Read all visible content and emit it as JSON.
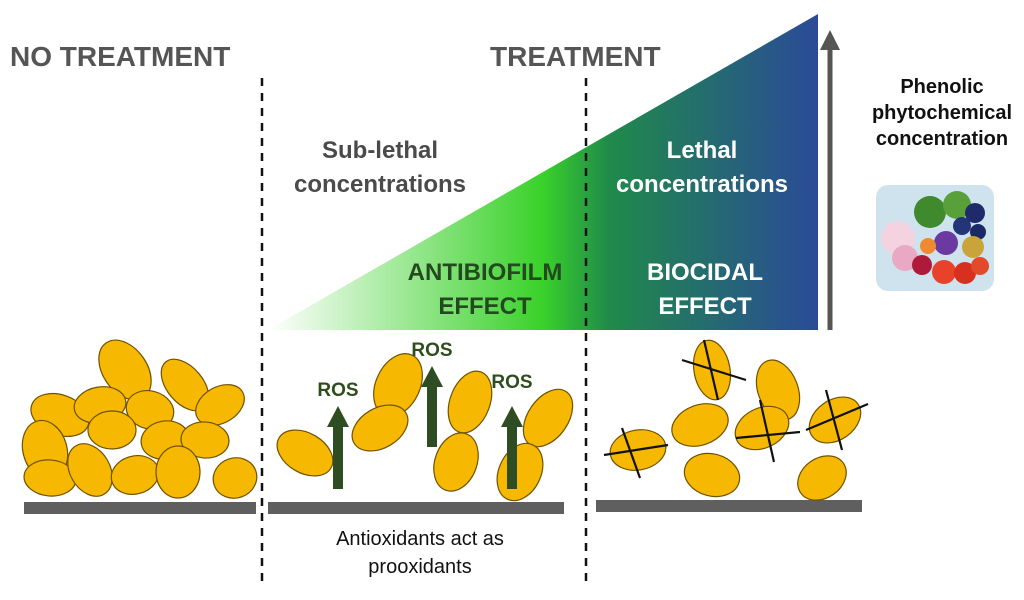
{
  "headings": {
    "no_treatment": "NO TREATMENT",
    "treatment": "TREATMENT"
  },
  "wedge": {
    "sub_lethal": [
      "Sub-lethal",
      "concentrations"
    ],
    "lethal": [
      "Lethal",
      "concentrations"
    ],
    "antibiofilm": [
      "ANTIBIOFILM",
      "EFFECT"
    ],
    "biocidal": [
      "BIOCIDAL",
      "EFFECT"
    ],
    "colors": {
      "start": "#ffffff",
      "green": "#3ad12a",
      "blue": "#2b4a98"
    }
  },
  "side_label": [
    "Phenolic",
    "phytochemical",
    "concentration"
  ],
  "ros_label": "ROS",
  "bottom_note": [
    "Antioxidants act as",
    "prooxidants"
  ],
  "colors": {
    "cell": "#f6b800",
    "cell_outline": "#6e5200",
    "surface": "#5f5f5f",
    "ros_arrow": "#2f4d22",
    "cross": "#111111"
  },
  "icons": {
    "phytochemical_image": "fruits-vegetables-icon"
  }
}
